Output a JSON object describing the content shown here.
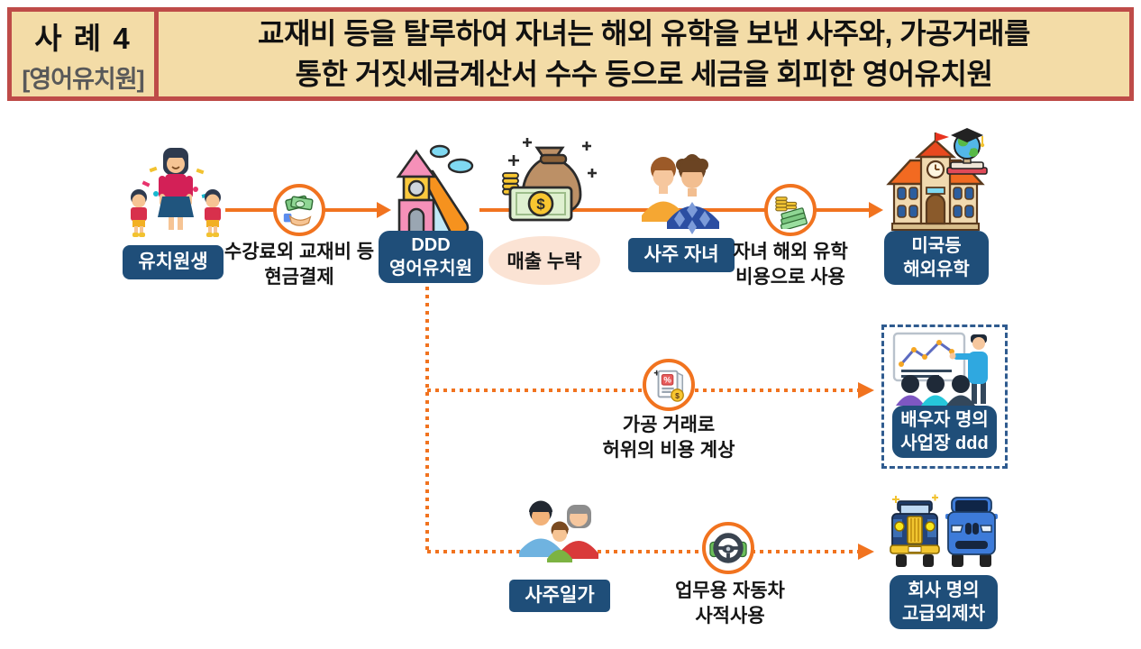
{
  "header": {
    "case_label": "사 례 4",
    "case_tag": "[영어유치원]",
    "title_line1": "교재비 등을 탈루하여 자녀는 해외 유학을 보낸 사주와, 가공거래를",
    "title_line2": "통한 거짓세금계산서 수수 등으로 세금을 회피한 영어유치원"
  },
  "flow": {
    "row1": {
      "node_students": "유치원생",
      "edge_cash": "수강료외 교재비 등\n현금결제",
      "node_kindergarten": "DDD\n영어유치원",
      "bubble_omission": "매출 누락",
      "node_children": "사주 자녀",
      "edge_study": "자녀 해외 유학\n비용으로 사용",
      "node_school": "미국등\n해외유학"
    },
    "row2": {
      "edge_fake": "가공 거래로\n허위의 비용 계상",
      "node_spouse": "배우자 명의\n사업장 ddd"
    },
    "row3": {
      "node_family": "사주일가",
      "edge_car": "업무용 자동차\n사적사용",
      "node_cars": "회사 명의\n고급외제차"
    }
  },
  "glyphs": {
    "dollar": "$",
    "percent": "%"
  },
  "icons": {
    "mother-children-icon": "mother holding hands of two kindergarteners",
    "cash-hand-icon": "hand receiving cash bills",
    "kindergarten-icon": "kindergarten castle with slide",
    "money-bag-icon": "money bag with cash stack",
    "owner-children-icon": "two sons of the owner",
    "coins-cash-icon": "coin stacks with bills",
    "school-icon": "overseas school building",
    "globe-graduation-icon": "globe with graduation cap on books",
    "receipt-icon": "false tax invoice receipt with coin",
    "presentation-icon": "business presentation to audience",
    "family-icon": "owner family of three",
    "steering-wheel-icon": "hands on steering wheel",
    "luxury-cars-icon": "luxury imported cars"
  },
  "colors": {
    "accent_orange": "#F1731F",
    "label_navy": "#1F4E79",
    "header_bg": "#F3DCA7",
    "header_border": "#BE4B48",
    "bubble_peach": "#FBE3D4",
    "dashed_border": "#2F5B8F"
  }
}
